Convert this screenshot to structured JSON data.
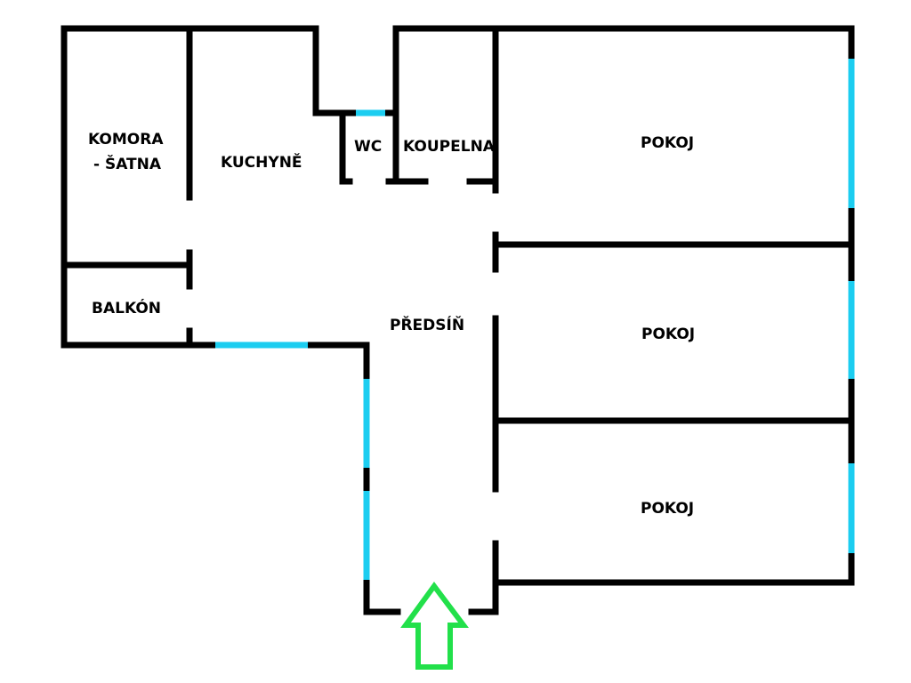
{
  "rooms": {
    "komora": {
      "line1": "KOMORA",
      "line2": "- ŠATNA"
    },
    "kuchyne": "KUCHYNĚ",
    "wc": "WC",
    "koupelna": "KOUPELNA",
    "pokoj_1": "POKOJ",
    "pokoj_2": "POKOJ",
    "pokoj_3": "POKOJ",
    "balkon": "BALKÓN",
    "predsin": "PŘEDSÍŇ"
  },
  "colors": {
    "wall": "#000000",
    "window": "#1ccdf0",
    "entrance_arrow": "#22e04a",
    "background": "#ffffff"
  },
  "icons": {
    "entrance": "up-arrow-icon"
  }
}
